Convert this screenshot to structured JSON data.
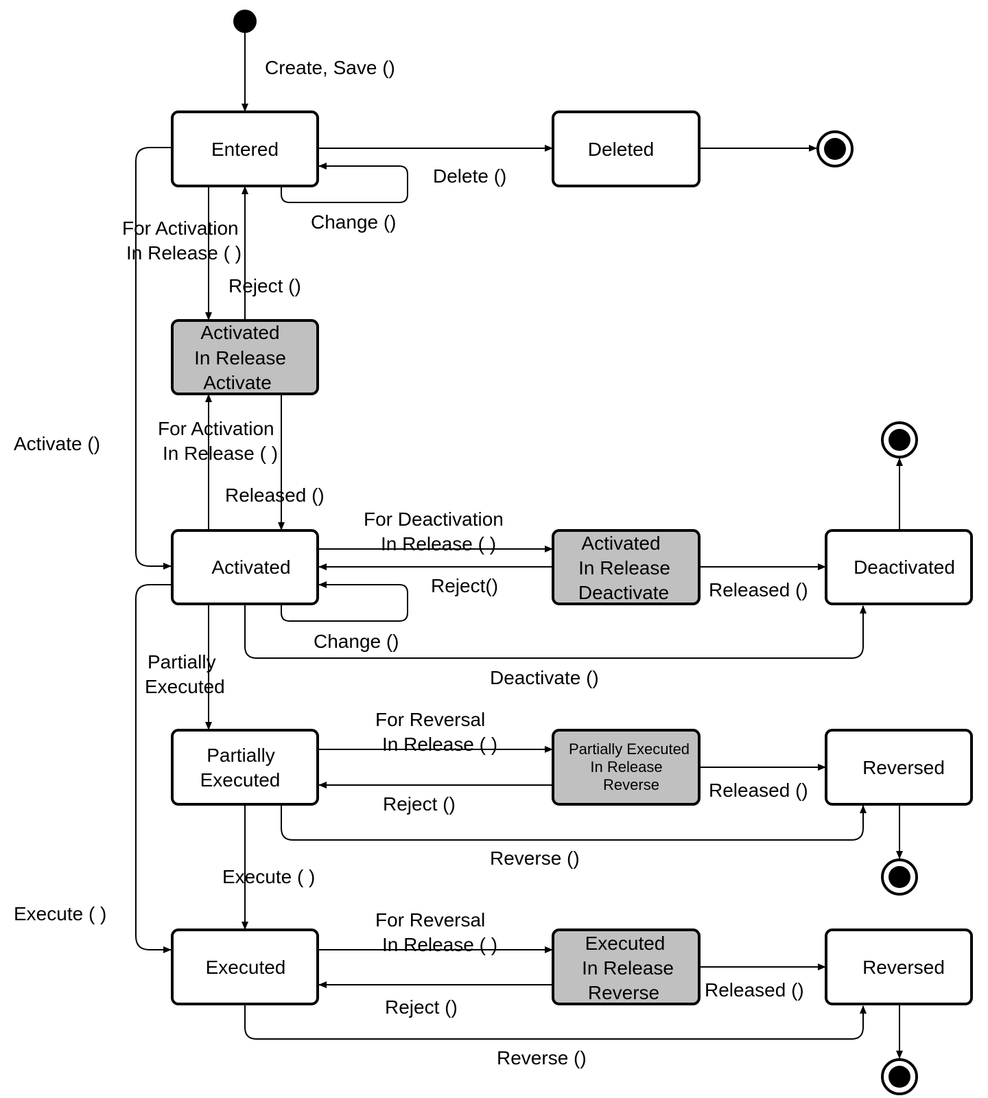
{
  "states": {
    "entered": "Entered",
    "deleted": "Deleted",
    "activated_in_release_activate": [
      "Activated",
      "In Release",
      "Activate"
    ],
    "activated": "Activated",
    "activated_in_release_deactivate": [
      "Activated",
      "In Release",
      "Deactivate"
    ],
    "deactivated": "Deactivated",
    "partially_executed": [
      "Partially",
      "Executed"
    ],
    "partially_executed_in_release_reverse": [
      "Partially Executed",
      "In Release",
      "Reverse"
    ],
    "reversed_1": "Reversed",
    "executed": "Executed",
    "executed_in_release_reverse": [
      "Executed",
      "In Release",
      "Reverse"
    ],
    "reversed_2": "Reversed"
  },
  "transitions": {
    "create_save": "Create, Save ()",
    "delete": "Delete ()",
    "change_entered": "Change ()",
    "for_activation_1": [
      "For Activation",
      "In Release ( )"
    ],
    "reject_1": "Reject ()",
    "activate": "Activate ()",
    "for_activation_2": [
      "For Activation",
      "In Release ( )"
    ],
    "released_1": "Released ()",
    "for_deactivation": [
      "For Deactivation",
      "In Release ( )"
    ],
    "reject_2": "Reject()",
    "released_2": "Released   ()",
    "change_activated": "Change ()",
    "partially_executed": [
      "Partially",
      "Executed"
    ],
    "deactivate": "Deactivate ()",
    "for_reversal_1": [
      "For Reversal",
      "In Release ( )"
    ],
    "reject_3": "Reject ()",
    "released_3": "Released ()",
    "reverse_1": "Reverse ()",
    "execute_1": "Execute ( )",
    "execute_2": "Execute ( )",
    "for_reversal_2": [
      "For Reversal",
      "In Release ( )"
    ],
    "reject_4": "Reject ()",
    "released_4": "Released ()",
    "reverse_2": "Reverse ()"
  }
}
